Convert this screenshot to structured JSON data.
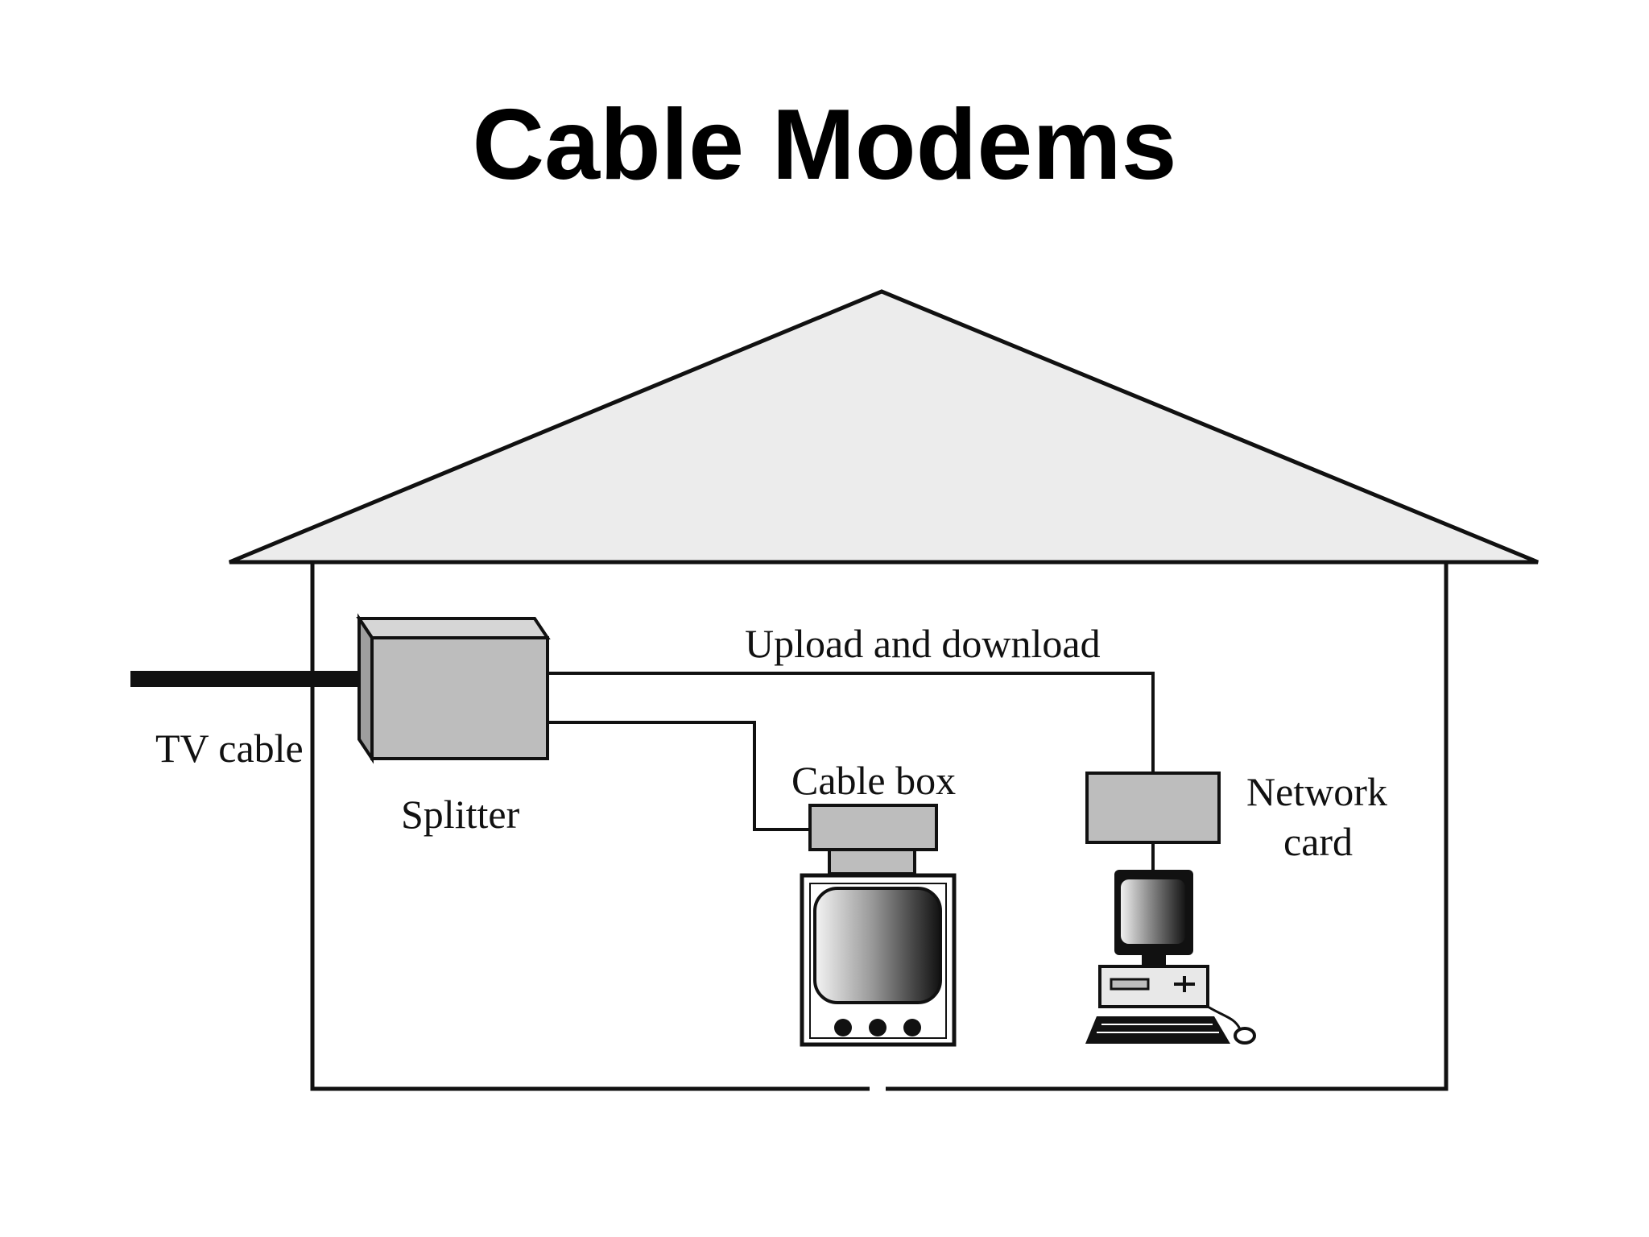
{
  "title": "Cable Modems",
  "labels": {
    "tv_cable": "TV cable",
    "splitter": "Splitter",
    "upload_download": "Upload and download",
    "cable_box": "Cable box",
    "network_card_line1": "Network",
    "network_card_line2": "card"
  },
  "colors": {
    "roof_fill": "#ececec",
    "device_fill": "#bdbdbd",
    "stroke": "#111111"
  }
}
